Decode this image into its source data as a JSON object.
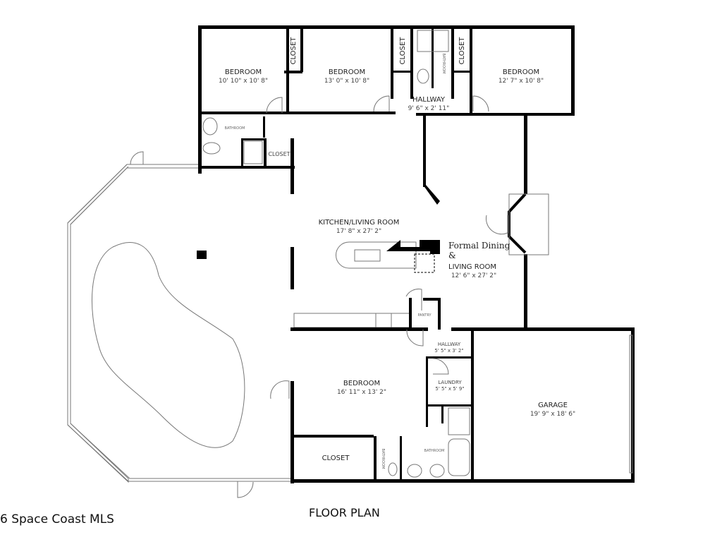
{
  "rooms": {
    "bedroom1": {
      "name": "BEDROOM",
      "dims": "10' 10\" x 10' 8\""
    },
    "bedroom2": {
      "name": "BEDROOM",
      "dims": "13' 0\" x 10' 8\""
    },
    "bedroom3": {
      "name": "BEDROOM",
      "dims": "12' 7\" x 10' 8\""
    },
    "closet_a": {
      "name": "CLOSET"
    },
    "closet_b": {
      "name": "CLOSET"
    },
    "closet_c": {
      "name": "CLOSET"
    },
    "closet_d": {
      "name": "CLOSET"
    },
    "closet_e": {
      "name": "CLOSET"
    },
    "hallway_top": {
      "name": "HALLWAY",
      "dims": "9' 6\" x 2' 11\""
    },
    "bathroom_top": {
      "name": "BATHROOM"
    },
    "bathroom_left": {
      "name": "BATHROOM"
    },
    "kitchen": {
      "name": "KITCHEN/LIVING ROOM",
      "dims": "17' 8\" x 27' 2\""
    },
    "dining": {
      "line1": "Formal Dining",
      "line2": "&",
      "line3": "LIVING ROOM",
      "dims": "12' 6\" x 27' 2\""
    },
    "pantry": {
      "name": "PANTRY"
    },
    "hallway_mid": {
      "name": "HALLWAY",
      "dims": "5' 5\" x 3' 2\""
    },
    "laundry": {
      "name": "LAUNDRY",
      "dims": "5' 5\" x 5' 9\""
    },
    "bedroom4": {
      "name": "BEDROOM",
      "dims": "16' 11\" x 13' 2\""
    },
    "garage": {
      "name": "GARAGE",
      "dims": "19' 9\" x 18' 6\""
    },
    "bathroom_bottom": {
      "name": "BATHROOM"
    },
    "bathroom_small": {
      "name": "BATHROOM"
    }
  },
  "footer": {
    "title": "FLOOR PLAN",
    "watermark": "6 Space Coast MLS"
  }
}
